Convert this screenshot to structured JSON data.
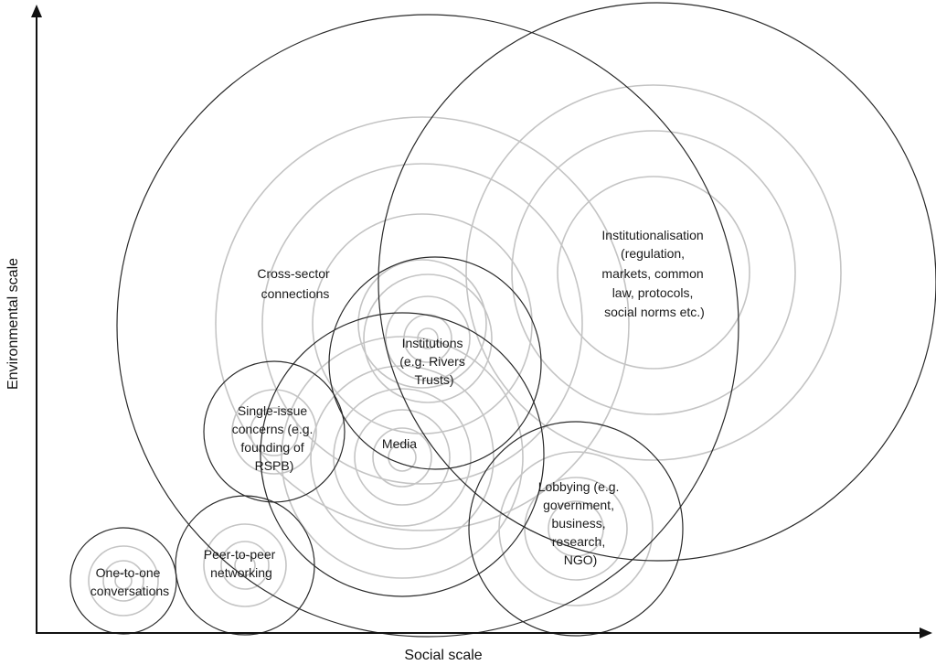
{
  "axes": {
    "x_label": "Social scale",
    "y_label": "Environmental scale"
  },
  "nodes": [
    {
      "id": "one-to-one",
      "lines": [
        "One-to-one",
        "conversations"
      ]
    },
    {
      "id": "peer-to-peer",
      "lines": [
        "Peer-to-peer",
        "networking"
      ]
    },
    {
      "id": "single-issue",
      "lines": [
        "Single-issue",
        "concerns (e.g.",
        "founding of",
        "RSPB)"
      ]
    },
    {
      "id": "media",
      "lines": [
        "Media"
      ]
    },
    {
      "id": "institutions",
      "lines": [
        "Institutions",
        "(e.g. Rivers",
        "Trusts)"
      ]
    },
    {
      "id": "cross-sector",
      "lines": [
        "Cross-sector",
        "connections"
      ]
    },
    {
      "id": "lobbying",
      "lines": [
        "Lobbying (e.g.",
        "government,",
        "business,",
        "research,",
        "NGO)"
      ]
    },
    {
      "id": "institutionalisation",
      "lines": [
        "Institutionalisation",
        "(regulation,",
        "markets, common",
        "law, protocols,",
        "social norms etc.)"
      ]
    }
  ]
}
